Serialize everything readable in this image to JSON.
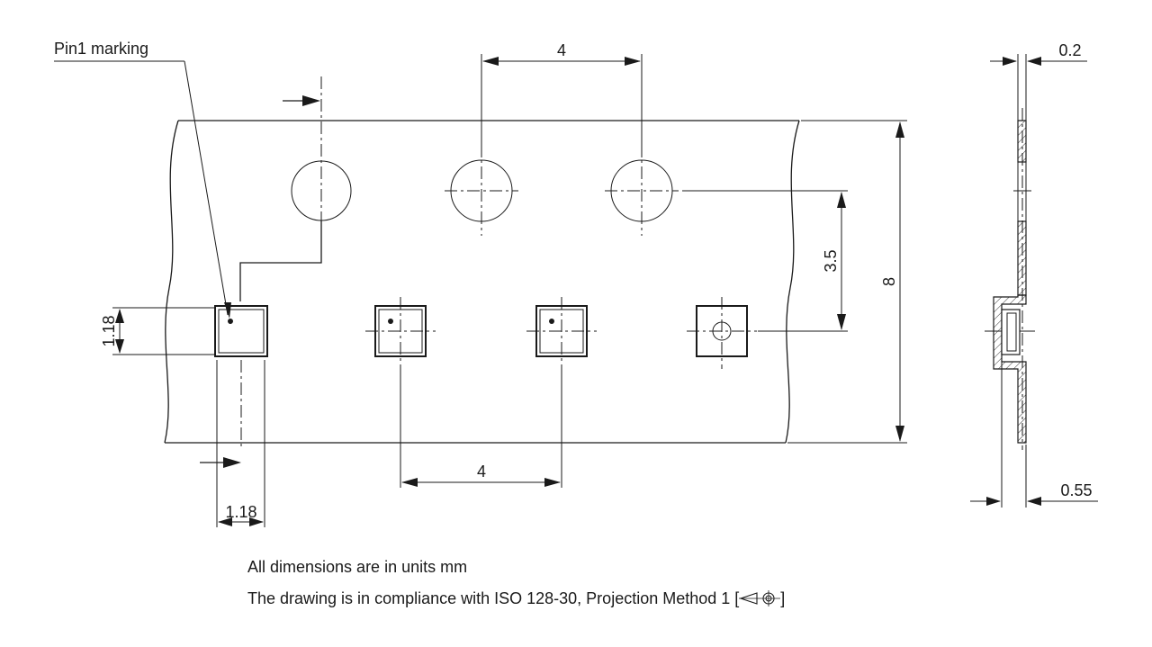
{
  "labels": {
    "pin1": "Pin1 marking"
  },
  "dimensions": {
    "sprocket_pitch": "4",
    "pocket_pitch": "4",
    "hole_to_pocket_center": "3.5",
    "tape_width": "8",
    "pocket_height": "1.18",
    "pocket_width": "1.18",
    "tape_thickness": "0.2",
    "pocket_depth": "0.55"
  },
  "notes": {
    "units": "All dimensions are in units mm",
    "standard_prefix": "The drawing is in compliance with ISO 128-30, Projection Method 1 [",
    "standard_suffix": "]"
  },
  "icons": {
    "projection_symbol": "first-angle-projection-icon"
  }
}
